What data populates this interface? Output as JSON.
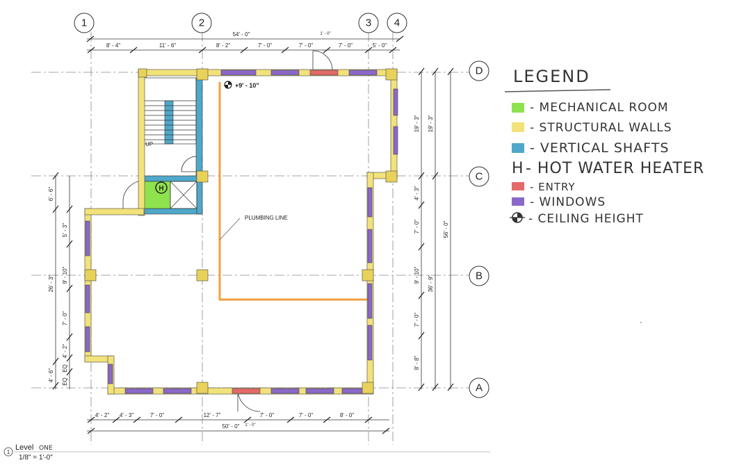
{
  "grid": {
    "columns": [
      "1",
      "2",
      "3",
      "4"
    ],
    "rows": [
      "D",
      "C",
      "B",
      "A"
    ]
  },
  "dimensions": {
    "top_overall": "54' - 0\"",
    "top_hand": "1' - 0\"",
    "top_segments": [
      "8' - 4\"",
      "11' - 6\"",
      "8' - 2\"",
      "7' - 0\"",
      "7' - 0\"",
      "7' - 0\"",
      "5' - 0\""
    ],
    "bottom_overall": "50' - 0\"",
    "bottom_hand": "1' - 0\"",
    "bottom_segments": [
      "4' - 2\"",
      "4' - 3\"",
      "7' - 0\"",
      "12' - 7\"",
      "7' - 0\"",
      "7' - 0\"",
      "8' - 0\""
    ],
    "left_inner": [
      "6' - 6\"",
      "5' - 3\"",
      "9' - 10\"",
      "7' - 0\"",
      "4' - 2\"",
      "EQ",
      "EQ"
    ],
    "left_outer": [
      "26' - 3\"",
      "4' - 6\""
    ],
    "right_inner": [
      "19' - 3\"",
      "4' - 3\"",
      "7' - 0\"",
      "9' - 10\"",
      "7' - 0\"",
      "8' - 8\""
    ],
    "right_mid": [
      "19' - 3\"",
      "36' - 9\""
    ],
    "right_outer": "56' - 0\""
  },
  "plan_labels": {
    "up": "UP",
    "plumbing": "PLUMBING LINE",
    "ceiling": "+9' - 10\"",
    "heater": "H"
  },
  "legend": {
    "title": "LEGEND",
    "items": [
      {
        "label": "- MECHANICAL ROOM",
        "color": "#8ee24e"
      },
      {
        "label": "- STRUCTURAL WALLS",
        "color": "#f2e27a"
      },
      {
        "label": "- VERTICAL SHAFTS",
        "color": "#4fa8c9"
      },
      {
        "symbol": "H",
        "label": "- HOT WATER HEATER"
      },
      {
        "label": "- ENTRY",
        "color": "#e46a6a"
      },
      {
        "label": "- WINDOWS",
        "color": "#8a68c8"
      },
      {
        "symbol": "ceiling-height-icon",
        "label": "- CEILING HEIGHT"
      }
    ]
  },
  "title_block": {
    "number": "1",
    "name": "Level",
    "name_hand": "ONE",
    "scale": "1/8\" = 1'-0\""
  },
  "colors": {
    "structural": "#f2e27a",
    "window": "#8a68c8",
    "entry": "#e46a6a",
    "shaft": "#4fa8c9",
    "mechanical": "#8ee24e",
    "plumbing": "#f0a040"
  }
}
